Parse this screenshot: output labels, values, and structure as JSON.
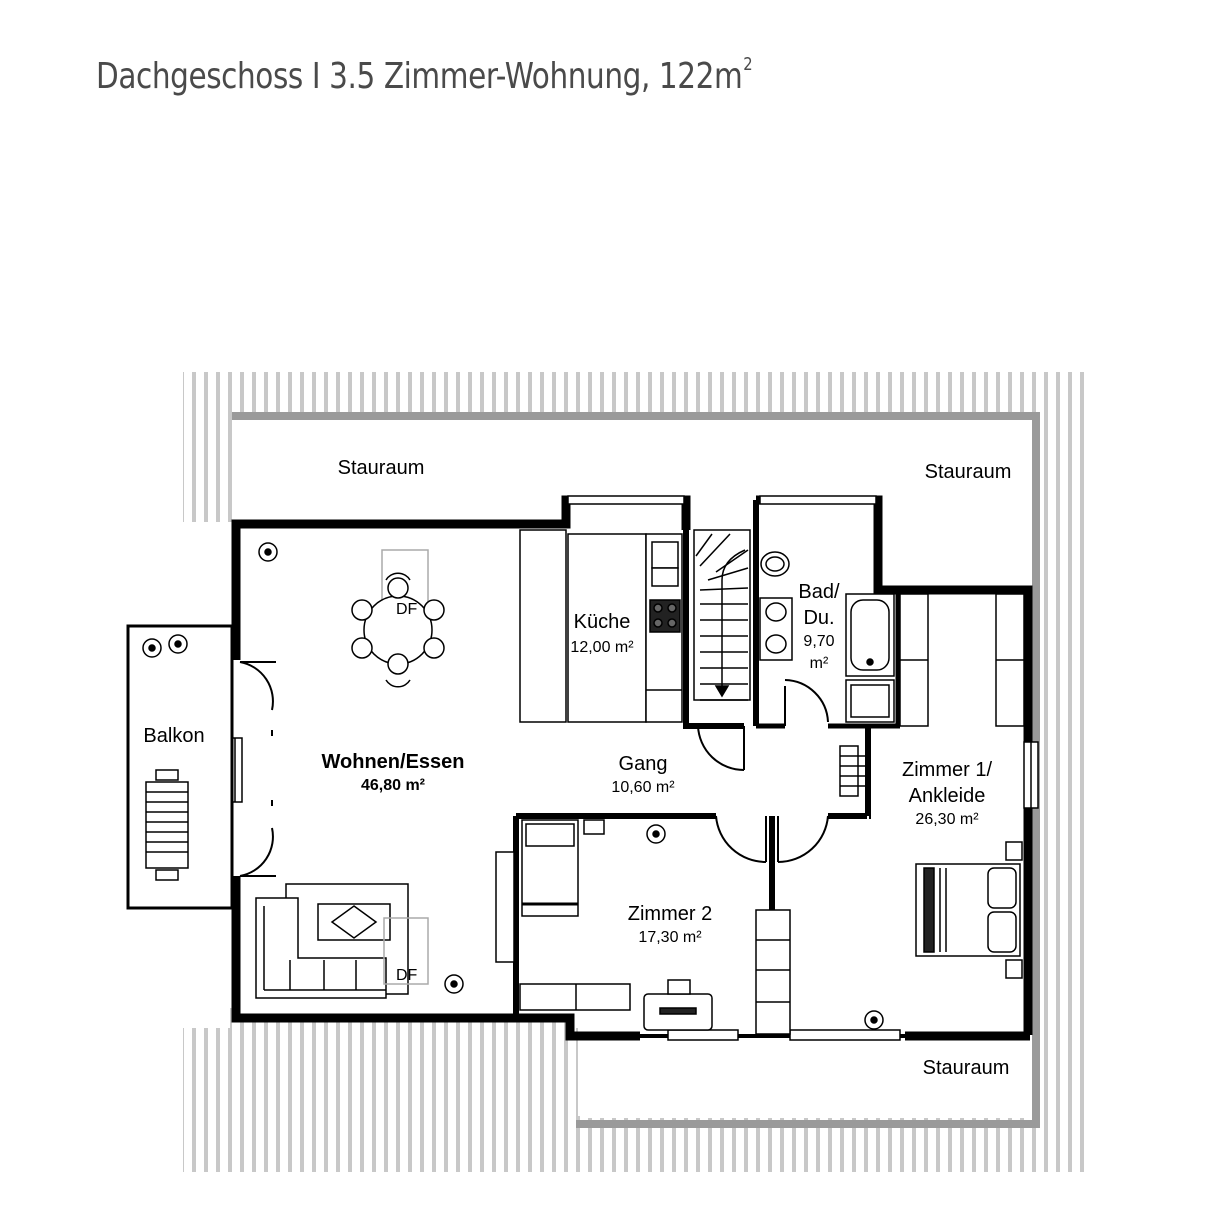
{
  "header": {
    "title": "Dachgeschoss I 3.5 Zimmer-Wohnung, 122m",
    "title_superscript": "2"
  },
  "rooms": {
    "stauraum_top_left": "Stauraum",
    "stauraum_top_right": "Stauraum",
    "stauraum_bottom": "Stauraum",
    "balkon": "Balkon",
    "wohnen": {
      "name": "Wohnen/Essen",
      "area": "46,80 m²"
    },
    "kueche": {
      "name": "Küche",
      "area": "12,00 m²"
    },
    "bad": {
      "name_line1": "Bad/",
      "name_line2": "Du.",
      "area_line1": "9,70",
      "area_line2": "m²"
    },
    "gang": {
      "name": "Gang",
      "area": "10,60 m²"
    },
    "zimmer1": {
      "name_line1": "Zimmer 1/",
      "name_line2": "Ankleide",
      "area": "26,30 m²"
    },
    "zimmer2": {
      "name": "Zimmer 2",
      "area": "17,30 m²"
    }
  },
  "skylights": {
    "dining": "DF",
    "living": "DF"
  },
  "colors": {
    "wall": "#000000",
    "roof_hatch": "#c8c8c8",
    "title": "#4a4a4a"
  }
}
